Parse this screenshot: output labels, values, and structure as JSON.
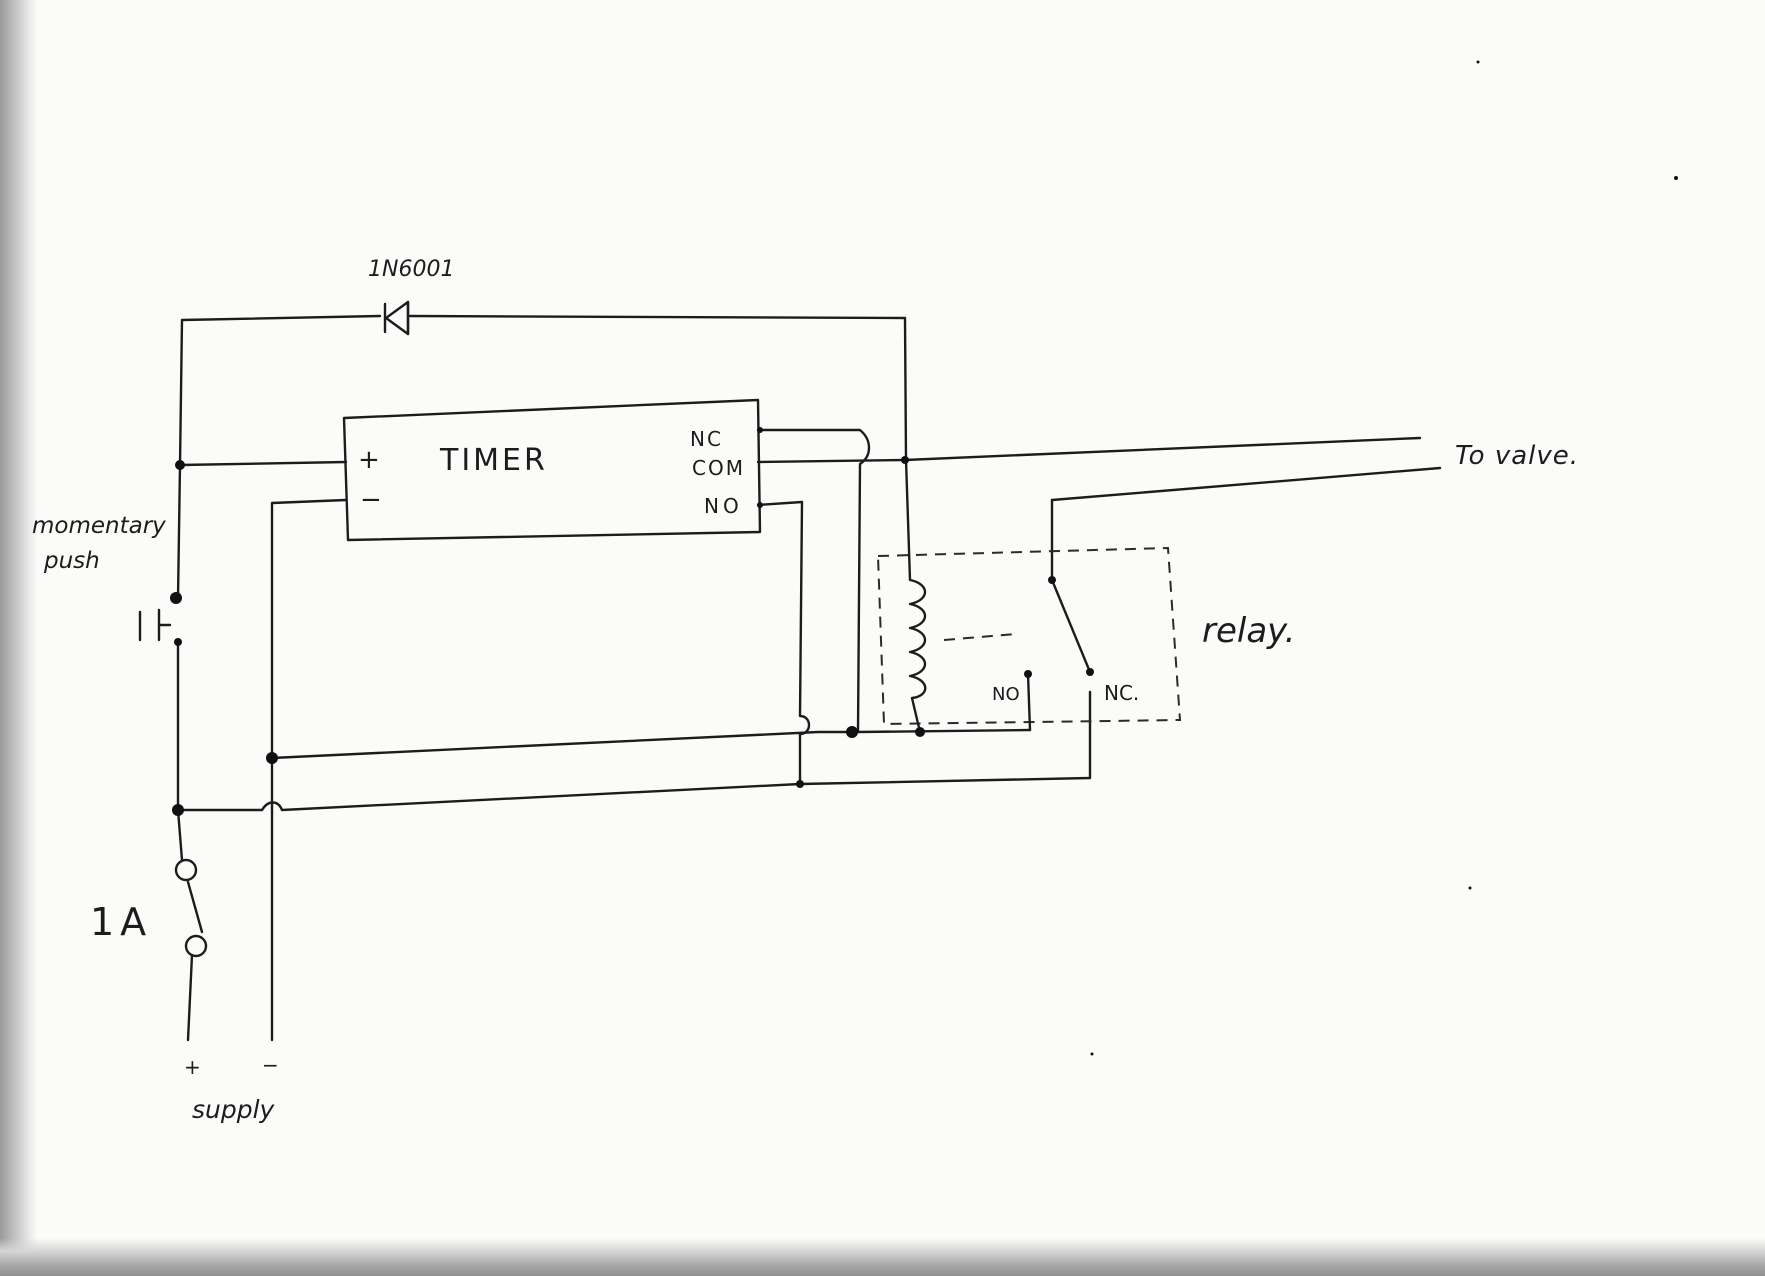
{
  "diagram": {
    "components": {
      "diode": {
        "label": "1N6001"
      },
      "timer": {
        "title": "TIMER",
        "plus": "+",
        "minus": "−",
        "nc": "NC",
        "com": "COM",
        "no": "NO"
      },
      "push_button": {
        "label_line1": "momentary",
        "label_line2": "push"
      },
      "fuse": {
        "label": "1A"
      },
      "relay": {
        "label": "relay.",
        "no_contact": "NO",
        "nc_contact": "NC."
      },
      "supply": {
        "plus": "+",
        "minus": "−",
        "label": "supply"
      },
      "output": {
        "label": "To valve."
      }
    }
  }
}
